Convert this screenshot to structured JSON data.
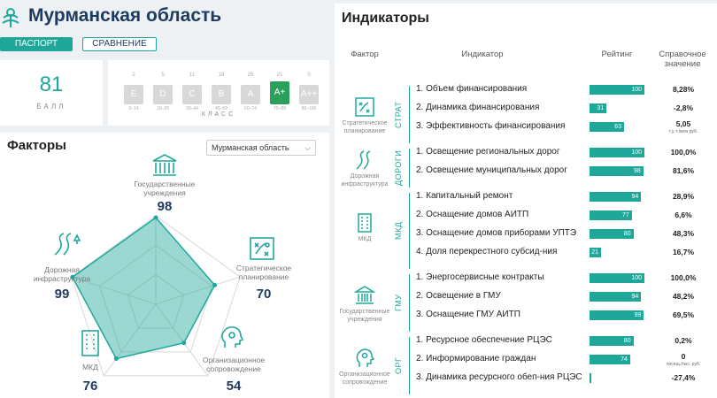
{
  "header": {
    "title": "Мурманская область"
  },
  "buttons": {
    "passport": "ПАСПОРТ",
    "compare": "СРАВНЕНИЕ"
  },
  "score": {
    "value": "81",
    "label": "БАЛЛ"
  },
  "class_scale": {
    "label": "КЛАСС",
    "classes": [
      {
        "letter": "E",
        "top": "2",
        "range": "0–14",
        "active": false
      },
      {
        "letter": "D",
        "top": "5",
        "range": "15–29",
        "active": false
      },
      {
        "letter": "C",
        "top": "11",
        "range": "30–44",
        "active": false
      },
      {
        "letter": "B",
        "top": "18",
        "range": "45–59",
        "active": false
      },
      {
        "letter": "A",
        "top": "26",
        "range": "60–74",
        "active": false
      },
      {
        "letter": "A+",
        "top": "21",
        "range": "75–89",
        "active": true
      },
      {
        "letter": "A++",
        "top": "0",
        "range": "90–100",
        "active": false
      }
    ]
  },
  "factors": {
    "title": "Факторы",
    "region_select": "Мурманская область",
    "items": [
      {
        "id": "gov",
        "label": "Государственные учреждения",
        "value": "98",
        "icon": "government-building-icon"
      },
      {
        "id": "plan",
        "label": "Стратегическое планирование",
        "value": "70",
        "icon": "strategy-board-icon"
      },
      {
        "id": "org",
        "label": "Организационное сопровождение",
        "value": "54",
        "icon": "lightbulb-head-icon"
      },
      {
        "id": "mkd",
        "label": "МКД",
        "value": "76",
        "icon": "apartment-building-icon"
      },
      {
        "id": "road",
        "label": "Дорожная инфраструктура",
        "value": "99",
        "icon": "road-icon"
      }
    ]
  },
  "chart_data": {
    "type": "radar",
    "axes": [
      "Государственные учреждения",
      "Стратегическое планирование",
      "Организационное сопровождение",
      "МКД",
      "Дорожная инфраструктура"
    ],
    "values": [
      98,
      70,
      54,
      76,
      99
    ],
    "range": [
      0,
      100
    ],
    "rings": 3,
    "color": "#1fa89a"
  },
  "indicators": {
    "title": "Индикаторы",
    "headers": {
      "factor": "Фактор",
      "indicator": "Индикатор",
      "rating": "Рейтинг",
      "ref": "Справочное значение"
    },
    "groups": [
      {
        "tag": "СТРАТ",
        "label": "Стратегическое планирование",
        "icon": "strategy-board-icon",
        "rows": [
          {
            "name": "1. Объем финансирования",
            "rating": 100,
            "rating_label": "100",
            "ref": "8,28%",
            "sub": ""
          },
          {
            "name": "2. Динамика финансирования",
            "rating": 31,
            "rating_label": "31",
            "ref": "-2,8%",
            "sub": ""
          },
          {
            "name": "3. Эффективность финансирования",
            "rating": 63,
            "rating_label": "63",
            "ref": "5,05",
            "sub": "т.у. т./млн руб."
          }
        ]
      },
      {
        "tag": "ДОРОГИ",
        "label": "Дорожная инфраструктура",
        "icon": "road-icon",
        "rows": [
          {
            "name": "1. Освещение региональных дорог",
            "rating": 100,
            "rating_label": "100",
            "ref": "100,0%",
            "sub": ""
          },
          {
            "name": "2. Освещение муниципальных дорог",
            "rating": 98,
            "rating_label": "98",
            "ref": "81,6%",
            "sub": ""
          }
        ]
      },
      {
        "tag": "МКД",
        "label": "МКД",
        "icon": "apartment-building-icon",
        "rows": [
          {
            "name": "1. Капитальный ремонт",
            "rating": 94,
            "rating_label": "94",
            "ref": "28,9%",
            "sub": ""
          },
          {
            "name": "2. Оснащение домов АИТП",
            "rating": 77,
            "rating_label": "77",
            "ref": "6,6%",
            "sub": ""
          },
          {
            "name": "3. Оснащение домов приборами УПТЭ",
            "rating": 80,
            "rating_label": "80",
            "ref": "48,3%",
            "sub": ""
          },
          {
            "name": "4. Доля перекрестного субсид-ния",
            "rating": 21,
            "rating_label": "21",
            "ref": "16,7%",
            "sub": ""
          }
        ]
      },
      {
        "tag": "ГМУ",
        "label": "Государственные учреждения",
        "icon": "government-building-icon",
        "rows": [
          {
            "name": "1. Энергосервисные контракты",
            "rating": 100,
            "rating_label": "100",
            "ref": "100,0%",
            "sub": ""
          },
          {
            "name": "2. Освещение в ГМУ",
            "rating": 94,
            "rating_label": "94",
            "ref": "48,2%",
            "sub": ""
          },
          {
            "name": "3. Оснащение ГМУ АИТП",
            "rating": 99,
            "rating_label": "99",
            "ref": "69,5%",
            "sub": ""
          }
        ]
      },
      {
        "tag": "ОРГ",
        "label": "Организационное сопровождение",
        "icon": "lightbulb-head-icon",
        "rows": [
          {
            "name": "1. Ресурсное обеспечение РЦЭС",
            "rating": 80,
            "rating_label": "80",
            "ref": "0,2%",
            "sub": ""
          },
          {
            "name": "2. Информирование граждан",
            "rating": 74,
            "rating_label": "74",
            "ref": "0",
            "sub": "посещ./тыс. руб."
          },
          {
            "name": "3. Динамика ресурсного обеп-ния РЦЭС",
            "rating": 2,
            "rating_label": "",
            "ref": "-27,4%",
            "sub": ""
          }
        ]
      }
    ]
  }
}
